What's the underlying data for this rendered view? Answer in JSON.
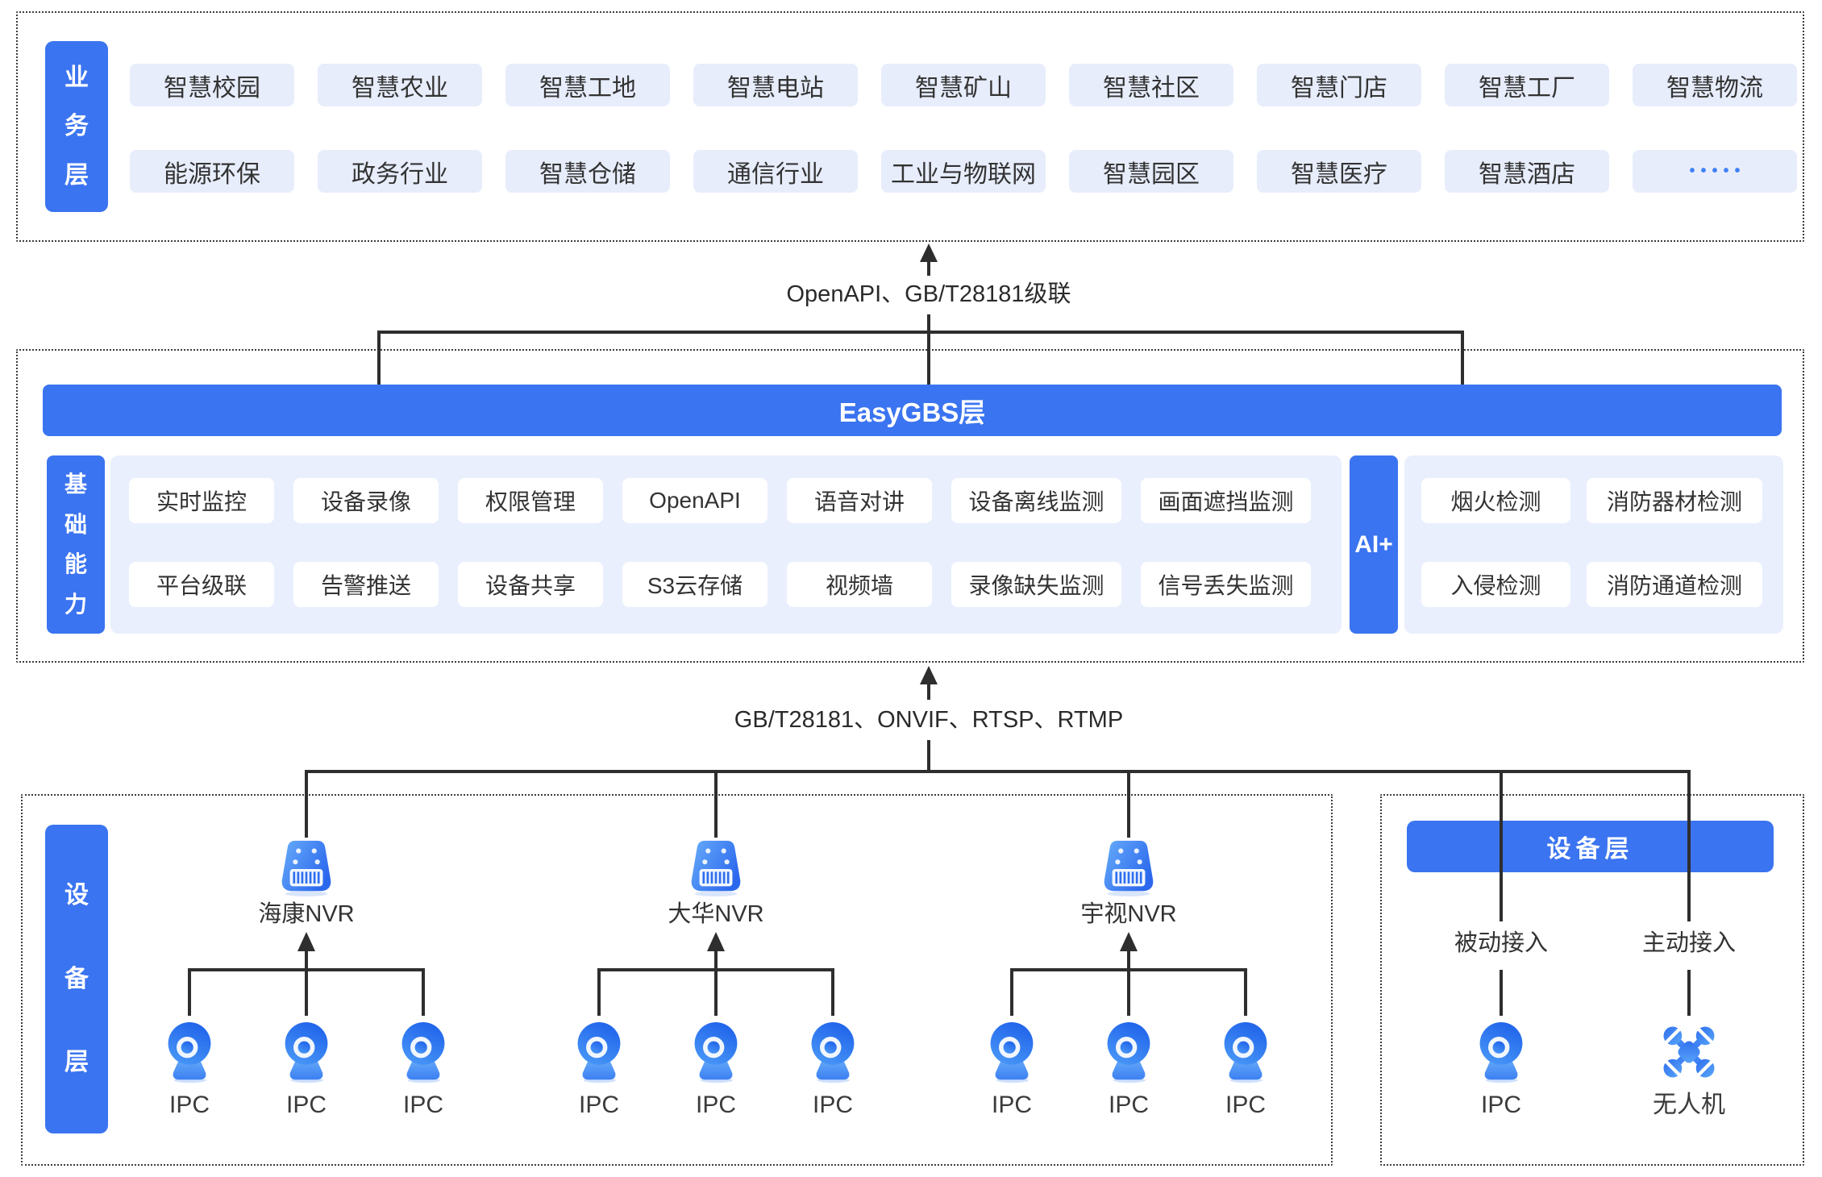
{
  "colors": {
    "primary_blue": "#3b74f0",
    "business_chip_bg": "#e7edfb",
    "panel_bg": "#e9effd",
    "connector_line": "#2e2e2e",
    "text_dark": "#333333",
    "dots_blue": "#3f80f6"
  },
  "business": {
    "layer_label": "业务层",
    "row1": [
      "智慧校园",
      "智慧农业",
      "智慧工地",
      "智慧电站",
      "智慧矿山",
      "智慧社区",
      "智慧门店",
      "智慧工厂",
      "智慧物流"
    ],
    "row2": [
      "能源环保",
      "政务行业",
      "智慧仓储",
      "通信行业",
      "工业与物联网",
      "智慧园区",
      "智慧医疗",
      "智慧酒店"
    ],
    "more_label": "•••••"
  },
  "connector_top": {
    "label": "OpenAPI、GB/T28181级联"
  },
  "platform": {
    "bar_label": "EasyGBS层",
    "layer_label": "基础能力",
    "row1": [
      "实时监控",
      "设备录像",
      "权限管理",
      "OpenAPI",
      "语音对讲",
      "设备离线监测",
      "画面遮挡监测"
    ],
    "row2": [
      "平台级联",
      "告警推送",
      "设备共享",
      "S3云存储",
      "视频墙",
      "录像缺失监测",
      "信号丢失监测"
    ],
    "ai_label": "AI+",
    "ai_row1": [
      "烟火检测",
      "消防器材检测"
    ],
    "ai_row2": [
      "入侵检测",
      "消防通道检测"
    ]
  },
  "connector_middle": {
    "label": "GB/T28181、ONVIF、RTSP、RTMP"
  },
  "device": {
    "layer_label": "设备层",
    "groups": [
      {
        "name": "海康NVR",
        "ipcs": [
          "IPC",
          "IPC",
          "IPC"
        ]
      },
      {
        "name": "大华NVR",
        "ipcs": [
          "IPC",
          "IPC",
          "IPC"
        ]
      },
      {
        "name": "宇视NVR",
        "ipcs": [
          "IPC",
          "IPC",
          "IPC"
        ]
      }
    ],
    "right": {
      "header": "设备层",
      "passive_label": "被动接入",
      "active_label": "主动接入",
      "ipc_label": "IPC",
      "drone_label": "无人机"
    }
  }
}
